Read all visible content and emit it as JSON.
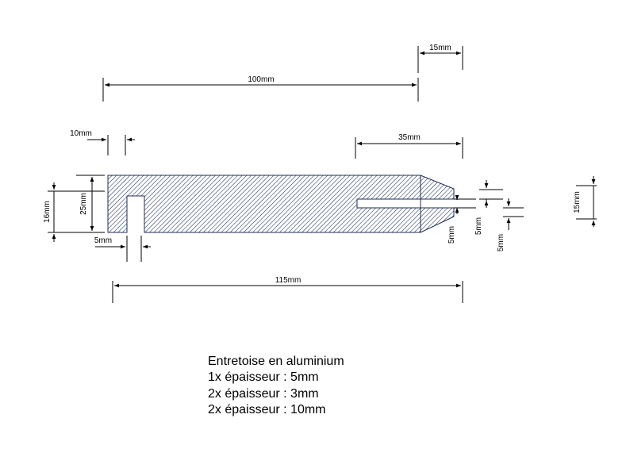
{
  "dimensions": {
    "top_overall": "100mm",
    "tip_width": "15mm",
    "slot_width_top": "10mm",
    "slot_length": "35mm",
    "left_height": "16mm",
    "overall_height": "25mm",
    "bottom_slot": "5mm",
    "bottom_overall": "115mm",
    "right_slot_a": "5mm",
    "right_slot_b": "5mm",
    "right_slot_c": "5mm",
    "right_height": "15mm"
  },
  "notes": {
    "line1": "Entretoise en aluminium",
    "line2": "1x épaisseur : 5mm",
    "line3": "2x épaisseur : 3mm",
    "line4": "2x épaisseur : 10mm"
  },
  "colors": {
    "hatch": "#1f2f5a",
    "outline": "#1f2f5a"
  }
}
